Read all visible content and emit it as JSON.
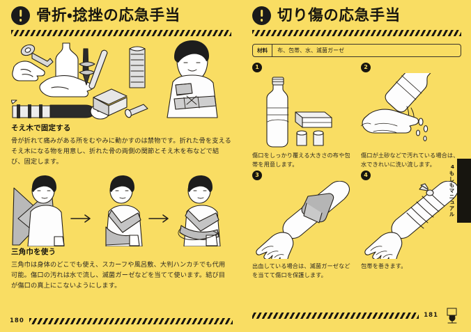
{
  "document": {
    "background_color": "#f9dd63",
    "ink_color": "#17150f"
  },
  "left_page": {
    "alert_icon": "exclamation-circle-icon",
    "title": "骨折・捻挫の応急手当",
    "sections": [
      {
        "heading": "そえ木で固定する",
        "body": "骨が折れて痛みがある所をむやみに動かすのは禁物です。折れた骨を支えるそえ木になる物を用意し、折れた骨の両側の関節とそえ木を布などで結び、固定します。",
        "illustration": "splint-materials-and-arm-sling-illustration"
      },
      {
        "heading": "三角巾を使う",
        "body": "三角巾は身体のどこでも使え、スカーフや風呂敷、大判ハンカチでも代用可能。傷口の汚れは水で流し、滅菌ガーゼなどを当てて使います。結び目が傷口の真上にこないようにします。",
        "illustration": "triangular-bandage-three-step-illustration"
      }
    ],
    "folio": "180"
  },
  "right_page": {
    "alert_icon": "exclamation-circle-icon",
    "title": "切り傷の応急手当",
    "materials": {
      "label": "材料",
      "value": "布、包帯、水、滅菌ガーゼ"
    },
    "steps": [
      {
        "number": "1",
        "caption": "傷口をしっかり覆える大きさの布や包帯を用意します。",
        "illustration": "water-bottle-cloth-and-gauze-illustration"
      },
      {
        "number": "2",
        "caption": "傷口が土砂などで汚れている場合は、水できれいに洗い流します。",
        "illustration": "rinsing-wound-with-water-illustration"
      },
      {
        "number": "3",
        "caption": "出血している場合は、滅菌ガーゼなどを当てて傷口を保護します。",
        "illustration": "gauze-on-forearm-illustration"
      },
      {
        "number": "4",
        "caption": "包帯を巻きます。",
        "illustration": "bandaged-forearm-illustration"
      }
    ],
    "folio": "181",
    "footer_mark": "first-aid-kit-mark-icon",
    "side_tab": {
      "chapter_number": "4",
      "chapter_title": "もしもマニュアル"
    }
  }
}
